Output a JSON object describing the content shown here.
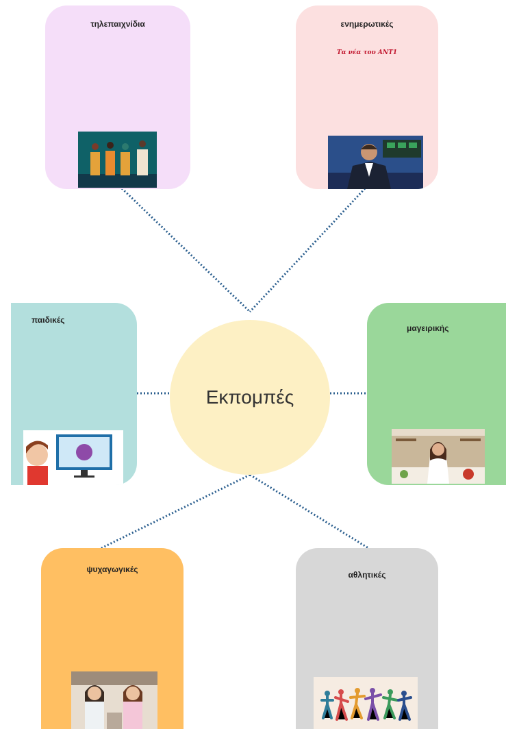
{
  "diagram": {
    "center_label": "Εκπομπές",
    "nodes": [
      {
        "id": "game-shows",
        "label": "τηλεπαιχνίδια",
        "color": "#f5def9"
      },
      {
        "id": "news",
        "label": "ενημερωτικές",
        "subtitle": "Τα νέα του ANT1",
        "color": "#fce0e0"
      },
      {
        "id": "kids",
        "label": "παιδικές",
        "color": "#b3dfdd"
      },
      {
        "id": "cooking",
        "label": "μαγειρικής",
        "color": "#9ad79a"
      },
      {
        "id": "entertainment",
        "label": "ψυχαγωγικές",
        "color": "#ffbf62"
      },
      {
        "id": "sports",
        "label": "αθλητικές",
        "color": "#d7d7d7"
      }
    ],
    "connector_color": "#2a5e8e"
  }
}
